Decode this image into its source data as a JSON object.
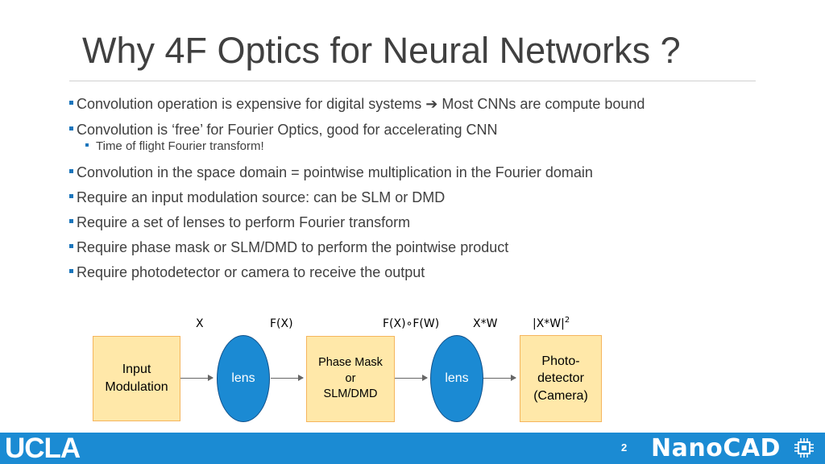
{
  "slide": {
    "title": "Why 4F Optics for Neural Networks ?",
    "page_number": "2"
  },
  "bullets": [
    {
      "text_before": "Convolution operation is expensive for digital systems ",
      "arrow": "➔",
      "text_after": " Most CNNs are compute bound"
    },
    {
      "text": "Convolution is ‘free’ for Fourier Optics, good for accelerating CNN",
      "sub": "Time of flight Fourier transform!"
    },
    {
      "text": "Convolution in the space domain = pointwise multiplication in the Fourier domain"
    },
    {
      "text": "Require an input modulation source: can be SLM or DMD"
    },
    {
      "text": "Require a set of lenses to perform Fourier transform"
    },
    {
      "text": "Require phase mask or SLM/DMD to perform the pointwise product"
    },
    {
      "text": "Require photodetector or camera to receive the output"
    }
  ],
  "diagram": {
    "labels": {
      "x": "X",
      "fx": "F(X)",
      "fxfw": "F(X)∘F(W)",
      "xw": "X*W",
      "abs_xw": "|X*W|",
      "abs_xw_sup": "2"
    },
    "input_box": [
      "Input",
      "Modulation"
    ],
    "lens1": "lens",
    "phase_box": [
      "Phase Mask",
      "or",
      "SLM/DMD"
    ],
    "lens2": "lens",
    "detector_box": [
      "Photo-",
      "detector",
      "(Camera)"
    ]
  },
  "footer": {
    "ucla_logo": "UCLA",
    "nanocad_logo": "NanoCAD",
    "chip_icon": "chip-icon"
  },
  "colors": {
    "footer_bar": "#1b8bd3",
    "bullet_marker": "#1b75bb",
    "box_fill": "#ffe8a9",
    "box_border": "#f5b55d",
    "lens_fill": "#1b8ad3",
    "lens_border": "#10508a"
  }
}
